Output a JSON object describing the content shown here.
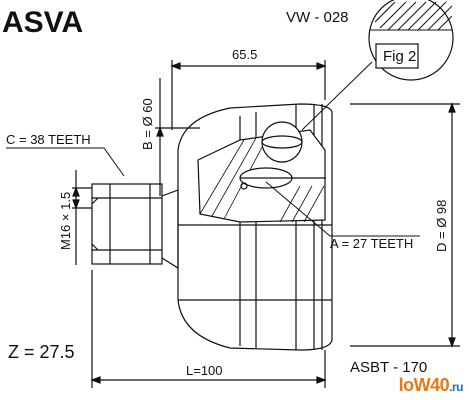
{
  "brand": "ASVA",
  "part_code": "VW - 028",
  "figure_label": "Fig 2",
  "dimensions": {
    "length_upper": "65.5",
    "length_total": "L=100",
    "diameter_small": "B = Ø 60",
    "diameter_large": "D = Ø 98",
    "thread": "M16 × 1.5"
  },
  "teeth": {
    "outer": "C = 38 TEETH",
    "inner": "A = 27 TEETH"
  },
  "z_value": "Z = 27.5",
  "catalog_code": "ASBT - 170",
  "watermark": {
    "main": "loW40",
    "suffix": ".ru"
  },
  "colors": {
    "line": "#111111",
    "watermark_main": "#e07a1a",
    "watermark_suffix": "#1a6fd0"
  }
}
